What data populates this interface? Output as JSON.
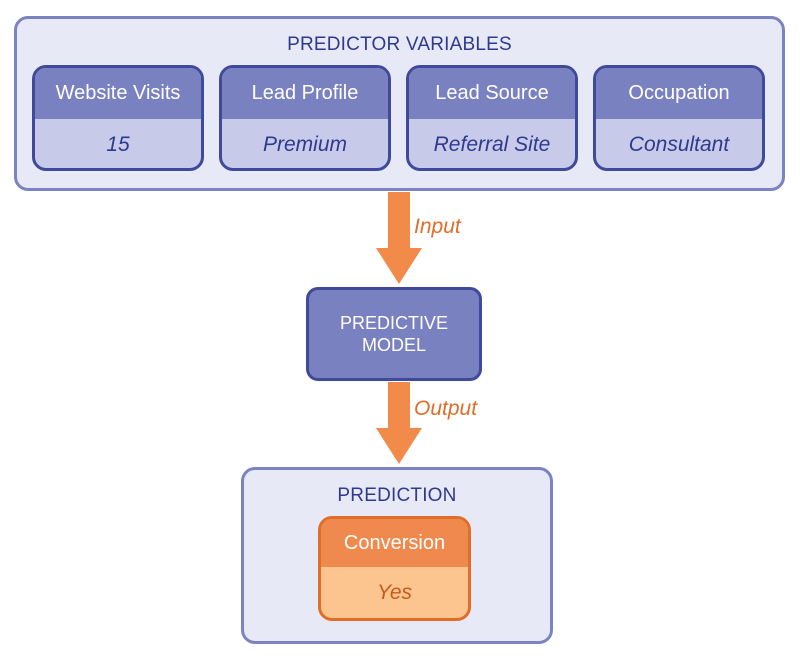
{
  "predictor_panel": {
    "title": "PREDICTOR VARIABLES",
    "variables": [
      {
        "label": "Website Visits",
        "value": "15"
      },
      {
        "label": "Lead Profile",
        "value": "Premium"
      },
      {
        "label": "Lead Source",
        "value": "Referral Site"
      },
      {
        "label": "Occupation",
        "value": "Consultant"
      }
    ]
  },
  "arrows": {
    "input_label": "Input",
    "output_label": "Output"
  },
  "model": {
    "line1": "PREDICTIVE",
    "line2": "MODEL"
  },
  "prediction_panel": {
    "title": "PREDICTION",
    "result": {
      "label": "Conversion",
      "value": "Yes"
    }
  },
  "colors": {
    "panel_fill": "#e7e9f6",
    "panel_border": "#7c83c2",
    "card_header": "#7a81c0",
    "card_body": "#c7cae8",
    "card_border": "#3f4a9b",
    "arrow": "#f28a4a",
    "result_header": "#f0894d",
    "result_body": "#fcc58f",
    "result_border": "#e06d2a"
  }
}
